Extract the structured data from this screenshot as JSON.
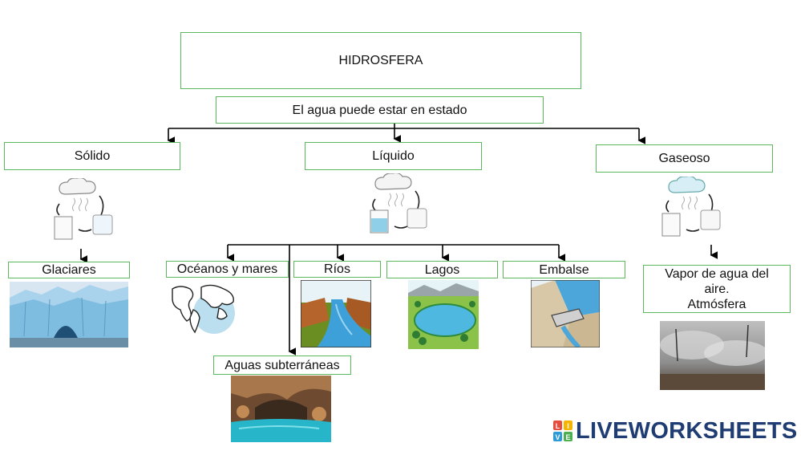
{
  "title": "HIDROSFERA",
  "subtitle": "El agua puede estar en estado",
  "states": {
    "solid": "Sólido",
    "liquid": "Líquido",
    "gas": "Gaseoso"
  },
  "solid_examples": [
    "Glaciares"
  ],
  "liquid_examples": [
    "Océanos y mares",
    "Ríos",
    "Lagos",
    "Embalse"
  ],
  "groundwater": "Aguas subterráneas",
  "gas_example": {
    "line1": "Vapor de agua del",
    "line2": "aire.",
    "line3": "Atmósfera"
  },
  "brand": {
    "logo_letters": [
      "L",
      "I",
      "V",
      "E"
    ],
    "name": "LIVEWORKSHEETS",
    "colors": [
      "#e74c3c",
      "#f5b400",
      "#2e9bd6",
      "#4caf50"
    ]
  },
  "colors": {
    "box_border": "#5cb85c",
    "brand_text": "#1f3d73"
  }
}
